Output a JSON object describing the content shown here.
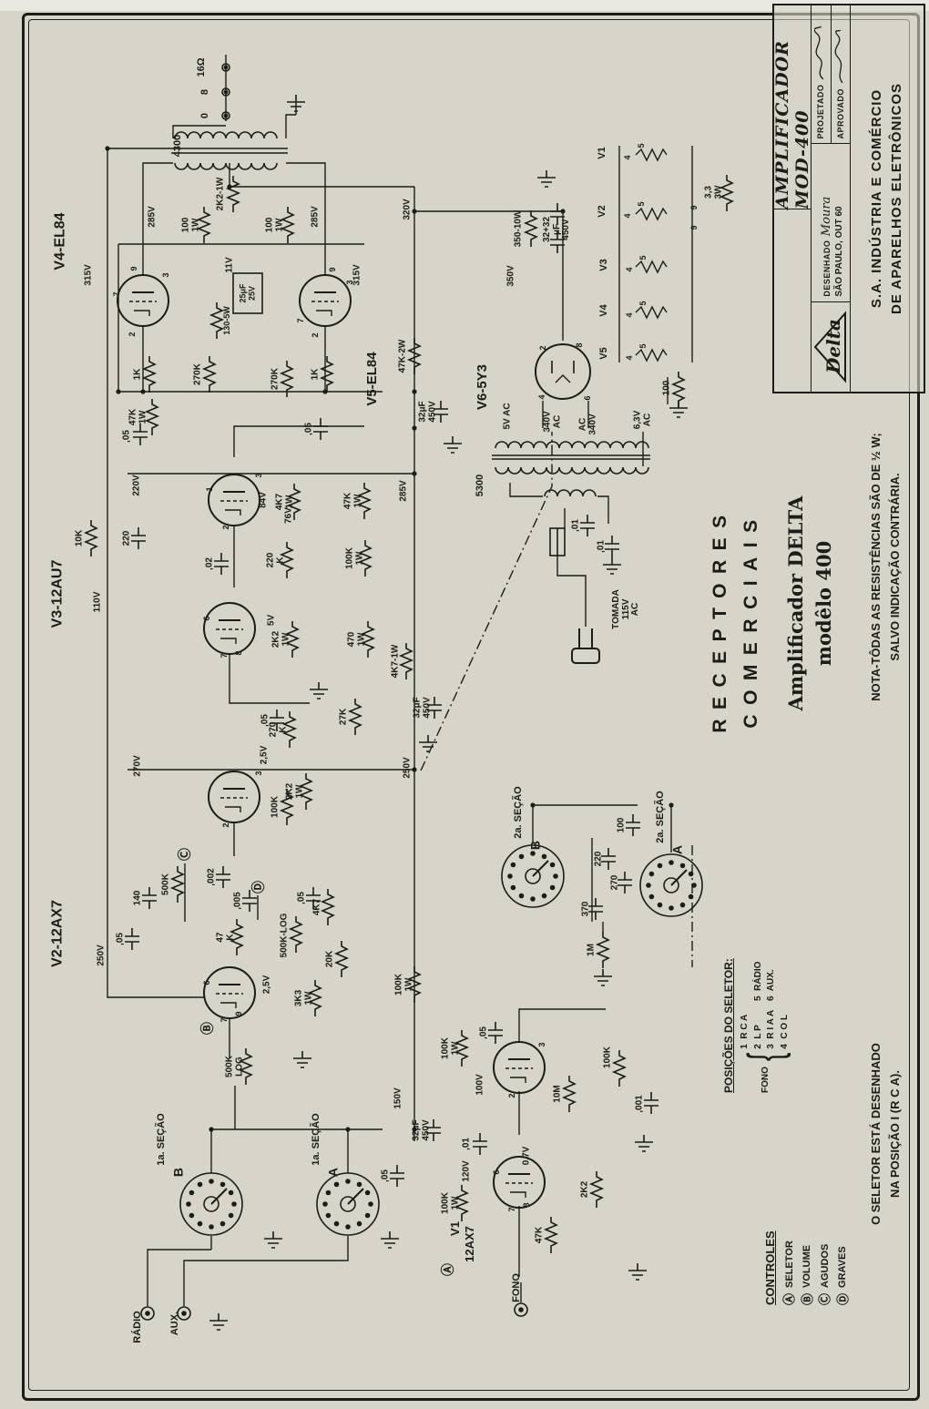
{
  "colors": {
    "paper": "#d7d5ca",
    "ink": "#1c1c18"
  },
  "title_block": {
    "title": "AMPLIFICADOR  MOD-400",
    "projetado_label": "PROJETADO",
    "aprovado_label": "APROVADO",
    "desenhado_label": "DESENHADO",
    "desenhado_value": "Moura",
    "place_date": "SÃO PAULO, OUT 60",
    "logo_text": "Delta",
    "company_line1": "S.A. INDÚSTRIA E COMÉRCIO",
    "company_line2": "DE APARELHOS ELETRÔNICOS"
  },
  "side_titles": {
    "receptores_line1": "RECEPTORES",
    "receptores_line2": "COMERCIAIS",
    "amp_line1": "Amplificador  DELTA",
    "amp_line2": "modêlo 400",
    "nota_line1": "NOTA-TÔDAS AS RESISTÊNCIAS SÃO DE ½ W;",
    "nota_line2": "SALVO INDICAÇÃO CONTRÁRIA.",
    "seletor_note_line1": "O SELETOR ESTÁ DESENHADO",
    "seletor_note_line2": "NA POSIÇÃO I (R C A)."
  },
  "selector_positions": {
    "heading": "POSIÇÕES DO SELETOR:",
    "fono_label": "FONO",
    "fono_items": [
      "1  R C A",
      "2  L P",
      "3  R I A A",
      "4  C O L"
    ],
    "other_items": [
      "5  RÁDIO",
      "6  AUX."
    ]
  },
  "controls": {
    "heading": "CONTROLES",
    "items": [
      {
        "key": "Ⓐ",
        "label": "SELETOR"
      },
      {
        "key": "Ⓑ",
        "label": "VOLUME"
      },
      {
        "key": "Ⓒ",
        "label": "AGUDOS"
      },
      {
        "key": "Ⓓ",
        "label": "GRAVES"
      }
    ]
  },
  "labels_schema": [
    "text",
    "x",
    "y",
    "font_size",
    "bold"
  ],
  "labels": [
    [
      "16Ω",
      222,
      74,
      11,
      1
    ],
    [
      "8",
      226,
      101,
      11,
      1
    ],
    [
      "0",
      226,
      127,
      11,
      1
    ],
    [
      "4300",
      196,
      160,
      11,
      1
    ],
    [
      "285V",
      168,
      238,
      10,
      1
    ],
    [
      "100\n1W",
      210,
      247,
      10,
      1
    ],
    [
      "2K2-1W",
      243,
      213,
      10,
      1
    ],
    [
      "100\n1W",
      302,
      247,
      10,
      1
    ],
    [
      "285V",
      347,
      238,
      10,
      1
    ],
    [
      "315V",
      98,
      302,
      10,
      1
    ],
    [
      "11V",
      253,
      291,
      10,
      1
    ],
    [
      "315V",
      393,
      302,
      10,
      1
    ],
    [
      "320V",
      448,
      230,
      10,
      1
    ],
    [
      "V4-EL84",
      67,
      265,
      16,
      1
    ],
    [
      "V5-EL84",
      409,
      416,
      15,
      1
    ],
    [
      "25μF\n25V",
      272,
      322,
      9,
      1
    ],
    [
      "130-5W",
      250,
      352,
      9,
      1
    ],
    [
      "9",
      148,
      295,
      9,
      1
    ],
    [
      "3",
      183,
      302,
      9,
      1
    ],
    [
      "7",
      129,
      323,
      9,
      1
    ],
    [
      "2",
      146,
      367,
      9,
      1
    ],
    [
      "9",
      366,
      296,
      9,
      1
    ],
    [
      "3",
      385,
      310,
      9,
      1
    ],
    [
      "7",
      331,
      352,
      9,
      1
    ],
    [
      "2",
      347,
      368,
      9,
      1
    ],
    [
      "1K",
      152,
      411,
      10,
      1
    ],
    [
      "270K",
      218,
      411,
      10,
      1
    ],
    [
      "270K",
      303,
      416,
      10,
      1
    ],
    [
      "1K",
      347,
      411,
      10,
      1
    ],
    [
      "47K\n1W",
      152,
      458,
      10,
      1
    ],
    [
      ",05",
      140,
      479,
      10,
      1
    ],
    [
      ",05",
      340,
      471,
      10,
      1
    ],
    [
      "47K-2W",
      443,
      391,
      10,
      1
    ],
    [
      "32μF\n450V",
      470,
      452,
      10,
      1
    ],
    [
      "220V",
      151,
      533,
      10,
      1
    ],
    [
      "V3-12AU7",
      64,
      652,
      16,
      1
    ],
    [
      "10K",
      88,
      591,
      10,
      1
    ],
    [
      "220",
      140,
      591,
      10,
      1
    ],
    [
      "1",
      231,
      537,
      9,
      1
    ],
    [
      "2",
      249,
      579,
      9,
      1
    ],
    [
      "3",
      285,
      522,
      9,
      1
    ],
    [
      "84V",
      290,
      549,
      10,
      1
    ],
    [
      "4K7\n1W",
      313,
      551,
      10,
      1
    ],
    [
      "76V",
      318,
      566,
      10,
      1
    ],
    [
      "47K\n1W",
      388,
      550,
      10,
      1
    ],
    [
      "285V",
      444,
      539,
      10,
      1
    ],
    [
      ",02",
      231,
      619,
      10,
      1
    ],
    [
      "220\nK",
      303,
      615,
      10,
      1
    ],
    [
      "100K\n1W",
      390,
      613,
      10,
      1
    ],
    [
      "110V",
      108,
      661,
      10,
      1
    ],
    [
      "6",
      228,
      679,
      9,
      1
    ],
    [
      "7",
      247,
      720,
      9,
      1
    ],
    [
      "8",
      263,
      717,
      9,
      1
    ],
    [
      "5V",
      299,
      681,
      10,
      1
    ],
    [
      "2K2\n1W",
      309,
      702,
      10,
      1
    ],
    [
      "470\n1W",
      392,
      702,
      10,
      1
    ],
    [
      "4K7-1W",
      435,
      726,
      10,
      1
    ],
    [
      ",05",
      292,
      791,
      10,
      1
    ],
    [
      "270\nK",
      306,
      801,
      10,
      1
    ],
    [
      "27K",
      378,
      787,
      10,
      1
    ],
    [
      "32μF\n450V",
      464,
      777,
      10,
      1
    ],
    [
      "270V",
      152,
      841,
      10,
      1
    ],
    [
      "2,5V",
      291,
      829,
      10,
      1
    ],
    [
      "250V",
      448,
      843,
      10,
      1
    ],
    [
      "V2-12AX7",
      64,
      1025,
      16,
      1
    ],
    [
      "2",
      249,
      906,
      9,
      1
    ],
    [
      "3",
      285,
      849,
      9,
      1
    ],
    [
      "100K",
      303,
      886,
      10,
      1
    ],
    [
      "2K2\n1W",
      324,
      869,
      10,
      1
    ],
    [
      "Ⓒ",
      203,
      938,
      14,
      1
    ],
    [
      "500K",
      183,
      971,
      10,
      1
    ],
    [
      ",002",
      233,
      963,
      10,
      1
    ],
    [
      ",005",
      262,
      989,
      10,
      1
    ],
    [
      "Ⓓ",
      284,
      974,
      14,
      1
    ],
    [
      ",05",
      332,
      986,
      10,
      1
    ],
    [
      "4K7",
      349,
      996,
      10,
      1
    ],
    [
      "500K-LOG",
      313,
      1027,
      10,
      1
    ],
    [
      "140",
      152,
      986,
      10,
      1
    ],
    [
      ",05",
      133,
      1031,
      10,
      1
    ],
    [
      "47\nK",
      248,
      1029,
      10,
      1
    ],
    [
      "250V",
      112,
      1049,
      10,
      1
    ],
    [
      "20K",
      363,
      1053,
      10,
      1
    ],
    [
      "100K\n1W",
      444,
      1081,
      10,
      1
    ],
    [
      "6",
      228,
      1079,
      9,
      1
    ],
    [
      "7",
      247,
      1120,
      9,
      1
    ],
    [
      "9",
      263,
      1113,
      9,
      1
    ],
    [
      "2,5V",
      294,
      1081,
      10,
      1
    ],
    [
      "3K3\n1W",
      334,
      1096,
      10,
      1
    ],
    [
      "Ⓑ",
      228,
      1129,
      14,
      1
    ],
    [
      "500K\nLOG",
      258,
      1171,
      10,
      1
    ],
    [
      "1a. SEÇÃO",
      178,
      1251,
      11,
      1
    ],
    [
      "B",
      196,
      1287,
      14,
      1
    ],
    [
      "1a. SEÇÃO",
      348,
      1251,
      11,
      1
    ],
    [
      "A",
      366,
      1287,
      14,
      1
    ],
    [
      ",05",
      424,
      1291,
      10,
      1
    ],
    [
      "32μF\n450V",
      463,
      1241,
      10,
      1
    ],
    [
      "150V",
      438,
      1206,
      10,
      1
    ],
    [
      "100K\n1W",
      495,
      1151,
      10,
      1
    ],
    [
      ",05",
      532,
      1134,
      10,
      1
    ],
    [
      "100V",
      528,
      1191,
      10,
      1
    ],
    [
      "2",
      563,
      1203,
      9,
      1
    ],
    [
      "3",
      596,
      1147,
      9,
      1
    ],
    [
      "10M",
      613,
      1201,
      10,
      1
    ],
    [
      "100K",
      668,
      1161,
      10,
      1
    ],
    [
      ",001",
      703,
      1212,
      10,
      1
    ],
    [
      ",01",
      513,
      1256,
      10,
      1
    ],
    [
      "120V",
      513,
      1286,
      10,
      1
    ],
    [
      "100K\n1W",
      495,
      1321,
      10,
      1
    ],
    [
      "0,7V",
      579,
      1269,
      10,
      1
    ],
    [
      "6",
      546,
      1287,
      9,
      1
    ],
    [
      "7",
      563,
      1328,
      9,
      1
    ],
    [
      "8",
      579,
      1323,
      9,
      1
    ],
    [
      "2K2",
      643,
      1306,
      10,
      1
    ],
    [
      "V1",
      500,
      1349,
      13,
      1
    ],
    [
      "12AX7",
      516,
      1366,
      13,
      1
    ],
    [
      "47K",
      593,
      1356,
      10,
      1
    ],
    [
      "Ⓐ",
      492,
      1394,
      14,
      1
    ],
    [
      "FONO",
      568,
      1414,
      11,
      1
    ],
    [
      "RÁDIO",
      152,
      1457,
      11,
      1
    ],
    [
      "AUX.",
      193,
      1453,
      11,
      1
    ],
    [
      "2a. SEÇÃO",
      570,
      892,
      11,
      1
    ],
    [
      "B",
      588,
      928,
      14,
      1
    ],
    [
      "2a. SEÇÃO",
      726,
      897,
      11,
      1
    ],
    [
      "A",
      744,
      933,
      14,
      1
    ],
    [
      "100",
      683,
      906,
      10,
      1
    ],
    [
      "220",
      658,
      943,
      10,
      1
    ],
    [
      "270",
      676,
      969,
      10,
      1
    ],
    [
      "370",
      644,
      998,
      10,
      1
    ],
    [
      "1M",
      650,
      1043,
      10,
      1
    ],
    [
      "V6-5Y3",
      530,
      425,
      15,
      1
    ],
    [
      "2",
      597,
      382,
      9,
      1
    ],
    [
      "8",
      637,
      379,
      9,
      1
    ],
    [
      "4",
      596,
      436,
      9,
      1
    ],
    [
      "6",
      646,
      437,
      9,
      1
    ],
    [
      "350-10W",
      570,
      251,
      10,
      1
    ],
    [
      "32+32\nμF\n450V",
      612,
      252,
      10,
      1
    ],
    [
      "350V",
      562,
      303,
      10,
      1
    ],
    [
      "5300",
      528,
      533,
      11,
      1
    ],
    [
      "5V AC",
      558,
      457,
      10,
      1
    ],
    [
      "340V\nAC",
      607,
      463,
      10,
      1
    ],
    [
      "AC\n340V",
      646,
      466,
      10,
      1
    ],
    [
      "6,3V\nAC",
      706,
      461,
      10,
      1
    ],
    [
      "100",
      733,
      426,
      10,
      1
    ],
    [
      "TOMADA\n115V\nAC",
      688,
      669,
      10,
      1
    ],
    [
      ",01",
      633,
      577,
      10,
      1
    ],
    [
      ",01",
      661,
      600,
      10,
      1
    ],
    [
      "V1",
      662,
      168,
      11,
      1
    ],
    [
      "4",
      690,
      173,
      9,
      1
    ],
    [
      "5",
      705,
      160,
      9,
      1
    ],
    [
      "V2",
      662,
      232,
      11,
      1
    ],
    [
      "4",
      690,
      237,
      9,
      1
    ],
    [
      "5",
      705,
      224,
      9,
      1
    ],
    [
      "V3",
      664,
      291,
      11,
      1
    ],
    [
      "4",
      692,
      296,
      9,
      1
    ],
    [
      "5",
      707,
      283,
      9,
      1
    ],
    [
      "V4",
      664,
      341,
      11,
      1
    ],
    [
      "4",
      692,
      346,
      9,
      1
    ],
    [
      "5",
      707,
      333,
      9,
      1
    ],
    [
      "V5",
      664,
      388,
      11,
      1
    ],
    [
      "4",
      692,
      393,
      9,
      1
    ],
    [
      "5",
      707,
      380,
      9,
      1
    ],
    [
      "9",
      763,
      228,
      9,
      1
    ],
    [
      "9",
      763,
      250,
      9,
      1
    ],
    [
      "3,3\n3W",
      784,
      211,
      10,
      1
    ]
  ]
}
